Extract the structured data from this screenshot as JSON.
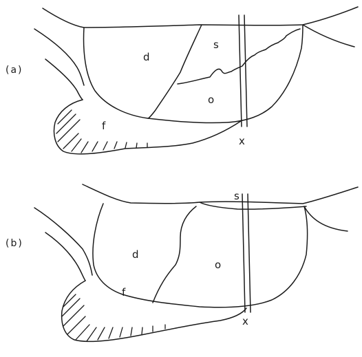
{
  "panel_a": {
    "label": "(a)",
    "regions": {
      "d": "d",
      "s": "s",
      "o": "o",
      "f": "f",
      "x": "x"
    }
  },
  "panel_b": {
    "label": "(b)",
    "regions": {
      "d": "d",
      "s": "s",
      "o": "o",
      "f": "f",
      "x": "x"
    }
  }
}
